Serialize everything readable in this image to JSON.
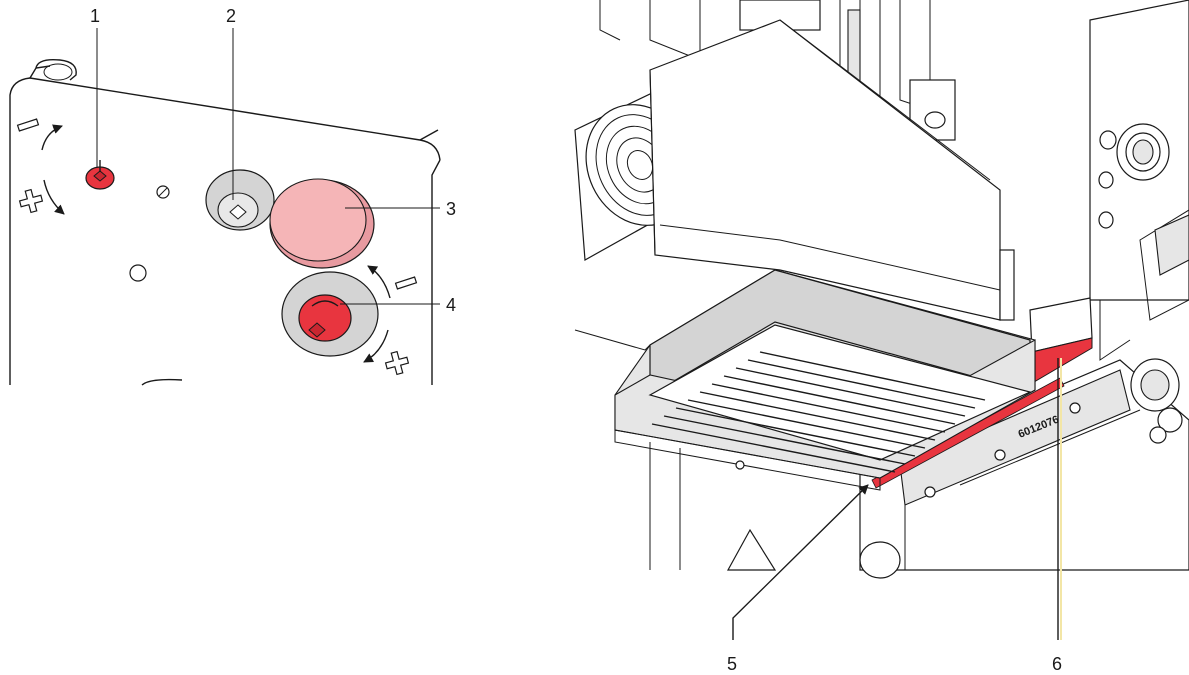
{
  "callouts": {
    "c1": "1",
    "c2": "2",
    "c3": "3",
    "c4": "4",
    "c5": "5",
    "c6": "6"
  },
  "part_code": "6012076",
  "colors": {
    "highlight_red": "#e8353f",
    "highlight_pink": "#f5b5b7",
    "part_gray": "#d4d4d4",
    "line": "#1a1a1a"
  }
}
